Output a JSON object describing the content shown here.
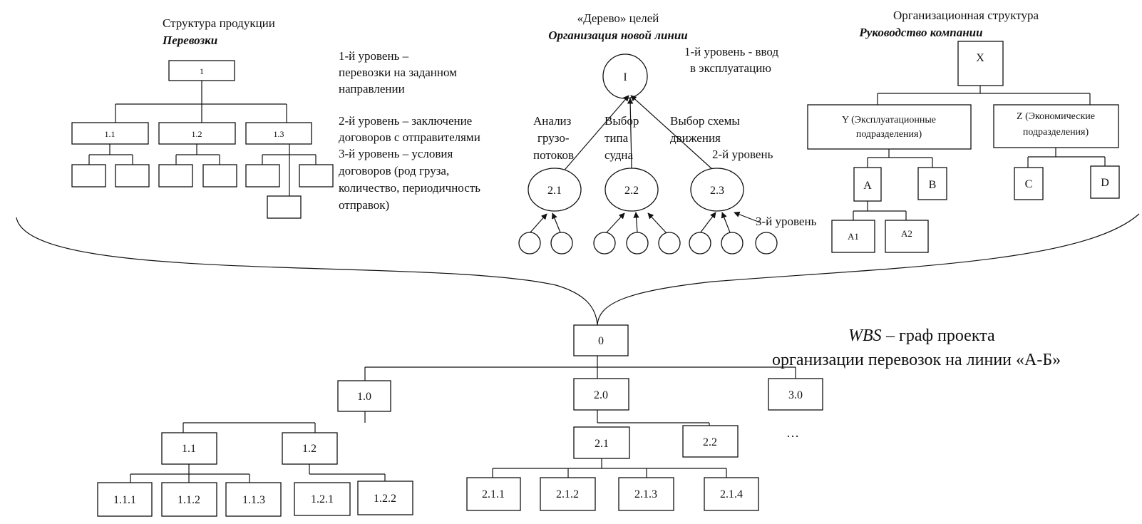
{
  "product_structure": {
    "title": "Структура продукции",
    "subtitle": "Перевозки",
    "root": "1",
    "children": [
      "1.1",
      "1.2",
      "1.3"
    ],
    "levels": [
      [
        "1-й уровень –",
        "перевозки на заданном",
        "направлении"
      ],
      [
        "2-й уровень – заключение",
        "договоров с отправителями"
      ],
      [
        "3-й уровень – условия",
        "договоров (род груза,",
        "количество, периодичность",
        "отправок)"
      ]
    ]
  },
  "goal_tree": {
    "title": "«Дерево» целей",
    "subtitle": "Организация новой линии",
    "root": "I",
    "level1": [
      "1-й уровень - ввод",
      "в эксплуатацию"
    ],
    "branches": [
      {
        "label": [
          "Анализ",
          "грузо-",
          "потоков"
        ],
        "node": "2.1"
      },
      {
        "label": [
          "Выбор",
          "типа",
          "судна"
        ],
        "node": "2.2"
      },
      {
        "label": [
          "Выбор схемы",
          "движения"
        ],
        "node": "2.3"
      }
    ],
    "level2": "2-й уровень",
    "level3": "3-й уровень"
  },
  "org_structure": {
    "title": "Организационная структура",
    "subtitle": "Руководство компании",
    "root": "X",
    "divisions": [
      {
        "lines": [
          "Y (Эксплуатационные",
          "подразделения)"
        ]
      },
      {
        "lines": [
          "Z (Экономические",
          "подразделения)"
        ]
      }
    ],
    "units": [
      "A",
      "B",
      "C",
      "D"
    ],
    "subunits": [
      "A1",
      "A2"
    ]
  },
  "wbs": {
    "caption_title": "WBS",
    "caption_rest": " – граф проекта",
    "caption_line2": "организации перевозок на линии «А-Б»",
    "root": "0",
    "level1": [
      "1.0",
      "2.0",
      "3.0"
    ],
    "level2": [
      "1.1",
      "1.2",
      "2.1",
      "2.2"
    ],
    "level3": [
      "1.1.1",
      "1.1.2",
      "1.1.3",
      "1.2.1",
      "1.2.2",
      "2.1.1",
      "2.1.2",
      "2.1.3",
      "2.1.4"
    ],
    "ellipsis": "…"
  }
}
